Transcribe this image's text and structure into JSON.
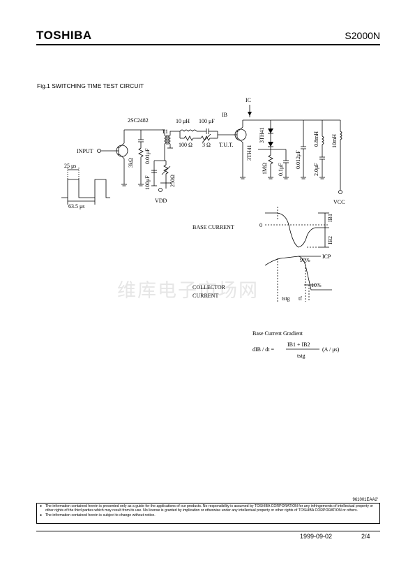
{
  "header": {
    "brand": "TOSHIBA",
    "part_number": "S2000N"
  },
  "figure": {
    "title": "Fig.1  SWITCHING TIME TEST CIRCUIT",
    "circuit": {
      "driver_transistor": "2SC2482",
      "transformer": "T1",
      "input": "INPUT",
      "pulse_width": "25 μs",
      "pulse_period": "63.5 μs",
      "r_3k": "3kΩ",
      "c_001": "0.01μF",
      "c_100": "100μF",
      "pot_250": "250Ω",
      "vdd": "VDD",
      "l_10": "10 μH",
      "c_100b": "100 μF",
      "r_100": "100 Ω",
      "r_3": "3 Ω",
      "ib": "IB",
      "tut": "T.U.T.",
      "ic": "IC",
      "d1": "3TH41",
      "d2": "3TH41",
      "r_1m": "1MΩ",
      "c_01": "0.1μF",
      "c_0012": "0.012μF",
      "c_20": "2.0μF",
      "l_08": "0.8mH",
      "l_10m": "10mH",
      "vcc": "VCC"
    },
    "waveform": {
      "base_current": "BASE CURRENT",
      "zero": "0",
      "ib1": "IB1",
      "ib2": "IB2",
      "icp": "ICP",
      "p90": "90%",
      "p10": "10%",
      "collector": "COLLECTOR",
      "current": "CURRENT",
      "tstg": "tstg",
      "tf": "tf"
    },
    "gradient": {
      "title": "Base Current Gradient",
      "lhs": "dIB / dt =",
      "numerator": "IB1 + IB2",
      "denominator": "tstg",
      "unit": "(A / μs)"
    }
  },
  "watermark": "维库电子市场网",
  "footer": {
    "doc_code": "961001EAA2'",
    "notices": [
      "The information contained herein is presented only as a guide for the applications of our products. No responsibility is assumed by TOSHIBA CORPORATION for any infringements of intellectual property or other rights of the third parties which may result from its use. No license is granted by implication or otherwise under any intellectual property or other rights of TOSHIBA CORPORATION or others.",
      "The information contained herein is subject to change without notice."
    ],
    "date": "1999-09-02",
    "page": "2/4"
  }
}
